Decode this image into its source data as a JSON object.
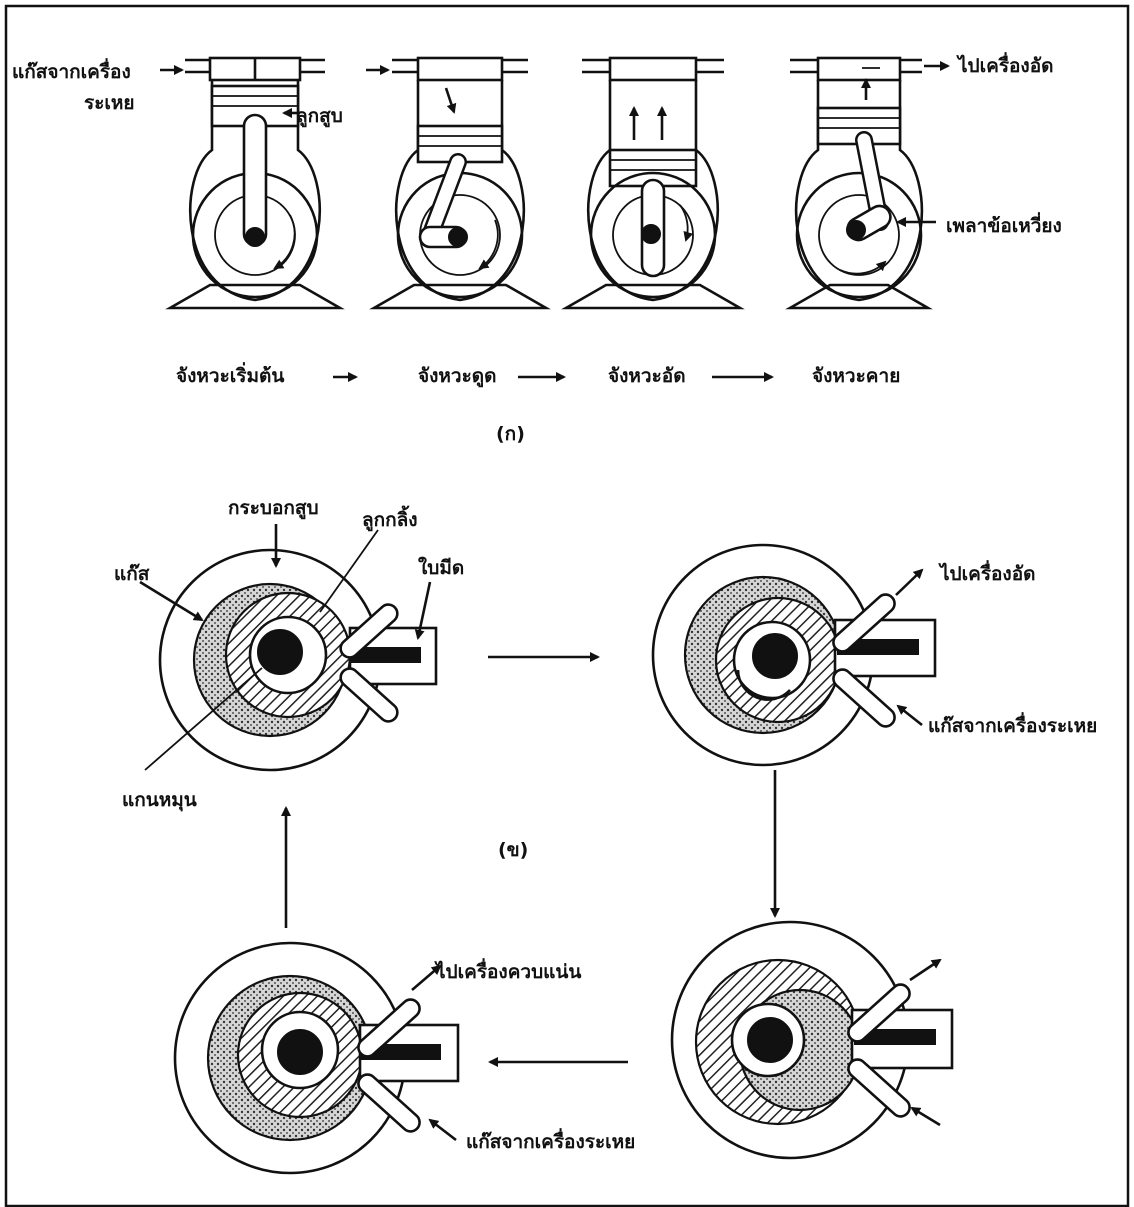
{
  "part_a": {
    "caption": "(ก)",
    "labels": {
      "gas_from_evaporator_line1": "แก๊สจากเครื่อง",
      "gas_from_evaporator_line2": "ระเหย",
      "piston": "ลูกสูบ",
      "to_compressor": "ไปเครื่องอัด",
      "crankshaft": "เพลาข้อเหวี่ยง"
    },
    "strokes": [
      "จังหวะเริ่มต้น",
      "จังหวะดูด",
      "จังหวะอัด",
      "จังหวะคาย"
    ]
  },
  "part_b": {
    "caption": "(ข)",
    "labels": {
      "cylinder": "กระบอกสูบ",
      "roller": "ลูกกลิ้ง",
      "gas": "แก๊ส",
      "blade": "ใบมีด",
      "shaft": "แกนหมุน",
      "to_compressor": "ไปเครื่องอัด",
      "gas_from_evaporator": "แก๊สจากเครื่องระเหย",
      "to_condenser": "ไปเครื่องควบแน่น",
      "gas_from_evaporator_bottom": "แก๊สจากเครื่องระเหย"
    }
  }
}
